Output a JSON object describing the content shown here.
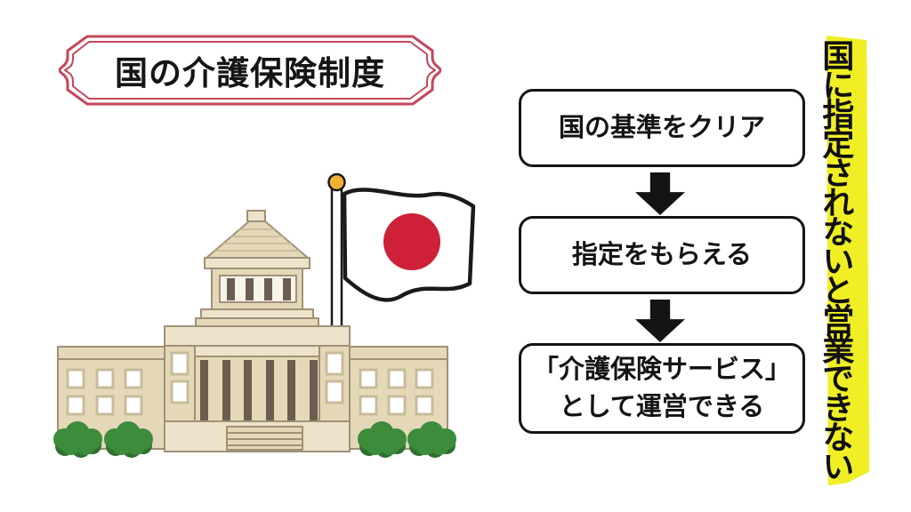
{
  "slide": {
    "background": "#FFFFFF"
  },
  "title": {
    "label": "国の介護保険制度",
    "frame_color": "#C5465A"
  },
  "flowchart": {
    "steps": [
      {
        "label": "国の基準をクリア"
      },
      {
        "label": "指定をもらえる"
      },
      {
        "label": "「介護保険サービス」\nとして運営できる"
      }
    ],
    "arrow_color": "#141414"
  },
  "side_note": {
    "label": "国に指定されないと営業できない",
    "highlight_color": "#F0EF26"
  },
  "illustration": {
    "subject": "japan-national-diet-building-with-flag",
    "palette": {
      "building_light": "#EDE3CB",
      "building_mid": "#E4D8B9",
      "building_outline": "#A09176",
      "column_dark": "#6B5E50",
      "window_frame": "#C9BB9A",
      "bush_green": "#3C8C3C",
      "bush_shadow": "#2F7030",
      "flag_red": "#CE2039",
      "pole_ball_yellow": "#F2B135"
    }
  }
}
